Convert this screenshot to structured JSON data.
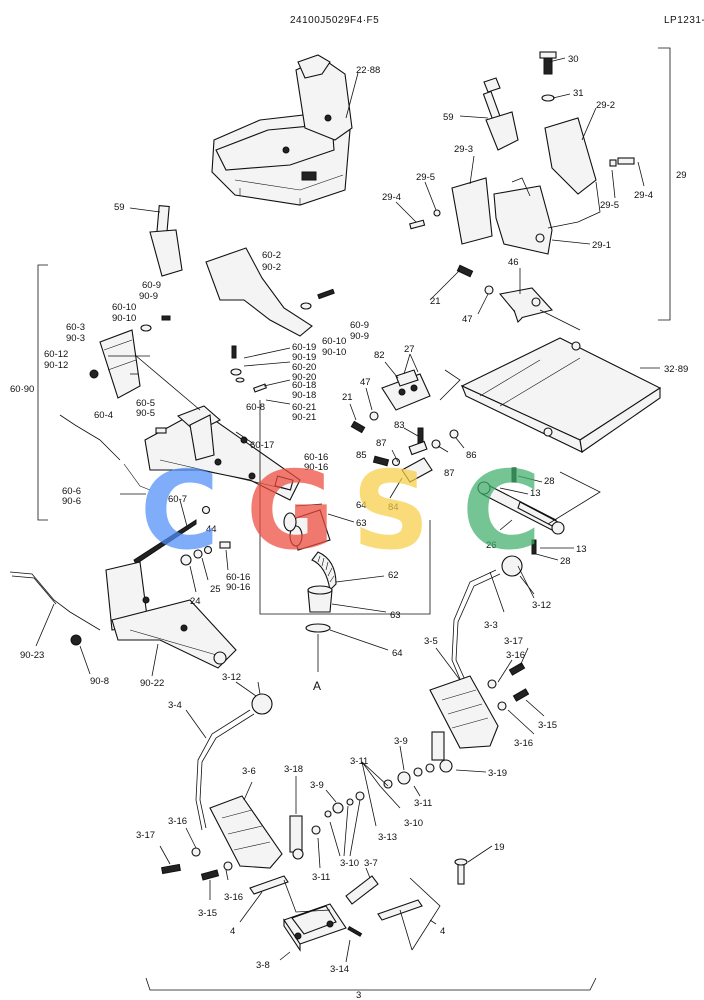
{
  "header": {
    "code": "24100J5029F4·F5",
    "ref": "LP1231-"
  },
  "watermark": {
    "letters": [
      "C",
      "G",
      "S",
      "C"
    ],
    "colors": [
      "#4f8ef7",
      "#ef4b3c",
      "#f7cf46",
      "#3fae6b"
    ]
  },
  "labels": {
    "seat": "22·88",
    "p30": "30",
    "p31": "31",
    "p59a": "59",
    "p29_2": "29-2",
    "p29_3": "29-3",
    "p29_5a": "29-5",
    "p29_5b": "29-5",
    "p29_4a": "29-4",
    "p29_4b": "29-4",
    "p29": "29",
    "p29_1": "29-1",
    "p46": "46",
    "p21a": "21",
    "p47a": "47",
    "p59b": "59",
    "p60_2": "60-2",
    "p90_2": "90-2",
    "p60_9a": "60-9",
    "p90_9a": "90-9",
    "p60_10a": "60-10",
    "p90_10a": "90-10",
    "p60_3": "60-3",
    "p90_3": "90-3",
    "p60_12": "60-12",
    "p90_12": "90-12",
    "p60_90": "60·90",
    "p60_9b": "60-9",
    "p90_9b": "90-9",
    "p60_10b": "60-10",
    "p90_10b": "90-10",
    "p60_19": "60-19",
    "p90_19": "90-19",
    "p60_20": "60-20",
    "p90_20": "90-20",
    "p60_18": "60-18",
    "p90_18": "90-18",
    "p60_21": "60-21",
    "p90_21": "90-21",
    "p82": "82",
    "p27": "27",
    "p32_89": "32·89",
    "p60_4": "60-4",
    "p60_5": "60-5",
    "p90_5": "90-5",
    "p60_8": "60-8",
    "p60_17": "60-17",
    "p60_16a": "60-16",
    "p90_16a": "90-16",
    "p47b": "47",
    "p21b": "21",
    "p83": "83",
    "p87a": "87",
    "p87b": "87",
    "p85": "85",
    "p86": "86",
    "p84": "84",
    "p28a": "28",
    "p13a": "13",
    "p26": "26",
    "p13b": "13",
    "p28b": "28",
    "p60_6": "60-6",
    "p90_6": "90-6",
    "p60_7": "60-7",
    "p44": "44",
    "p64a": "64",
    "p63a": "63",
    "p24": "24",
    "p25": "25",
    "p60_16b": "60-16",
    "p90_16b": "90-16",
    "p62": "62",
    "p63b": "63",
    "p64b": "64",
    "pA": "A",
    "p90_23": "90-23",
    "p90_8": "90-8",
    "p90_22": "90-22",
    "p3_12a": "3-12",
    "p3_3": "3-3",
    "p3_12b": "3-12",
    "p3_5": "3-5",
    "p3_16a": "3-16",
    "p3_17a": "3-17",
    "p3_15a": "3-15",
    "p3_16b": "3-16",
    "p3_4": "3-4",
    "p3_9a": "3-9",
    "p3_19": "3-19",
    "p3_11a": "3-11",
    "p3_6": "3-6",
    "p3_18": "3-18",
    "p3_11b": "3-11",
    "p3_9b": "3-9",
    "p3_13": "3-13",
    "p3_10a": "3-10",
    "p3_10b": "3-10",
    "p3_17b": "3-17",
    "p3_16c": "3-16",
    "p3_11c": "3-11",
    "p3_7": "3-7",
    "p3_16d": "3-16",
    "p3_15b": "3-15",
    "p4a": "4",
    "p19": "19",
    "p4b": "4",
    "p3_8": "3-8",
    "p3_14": "3-14",
    "p3": "3"
  }
}
